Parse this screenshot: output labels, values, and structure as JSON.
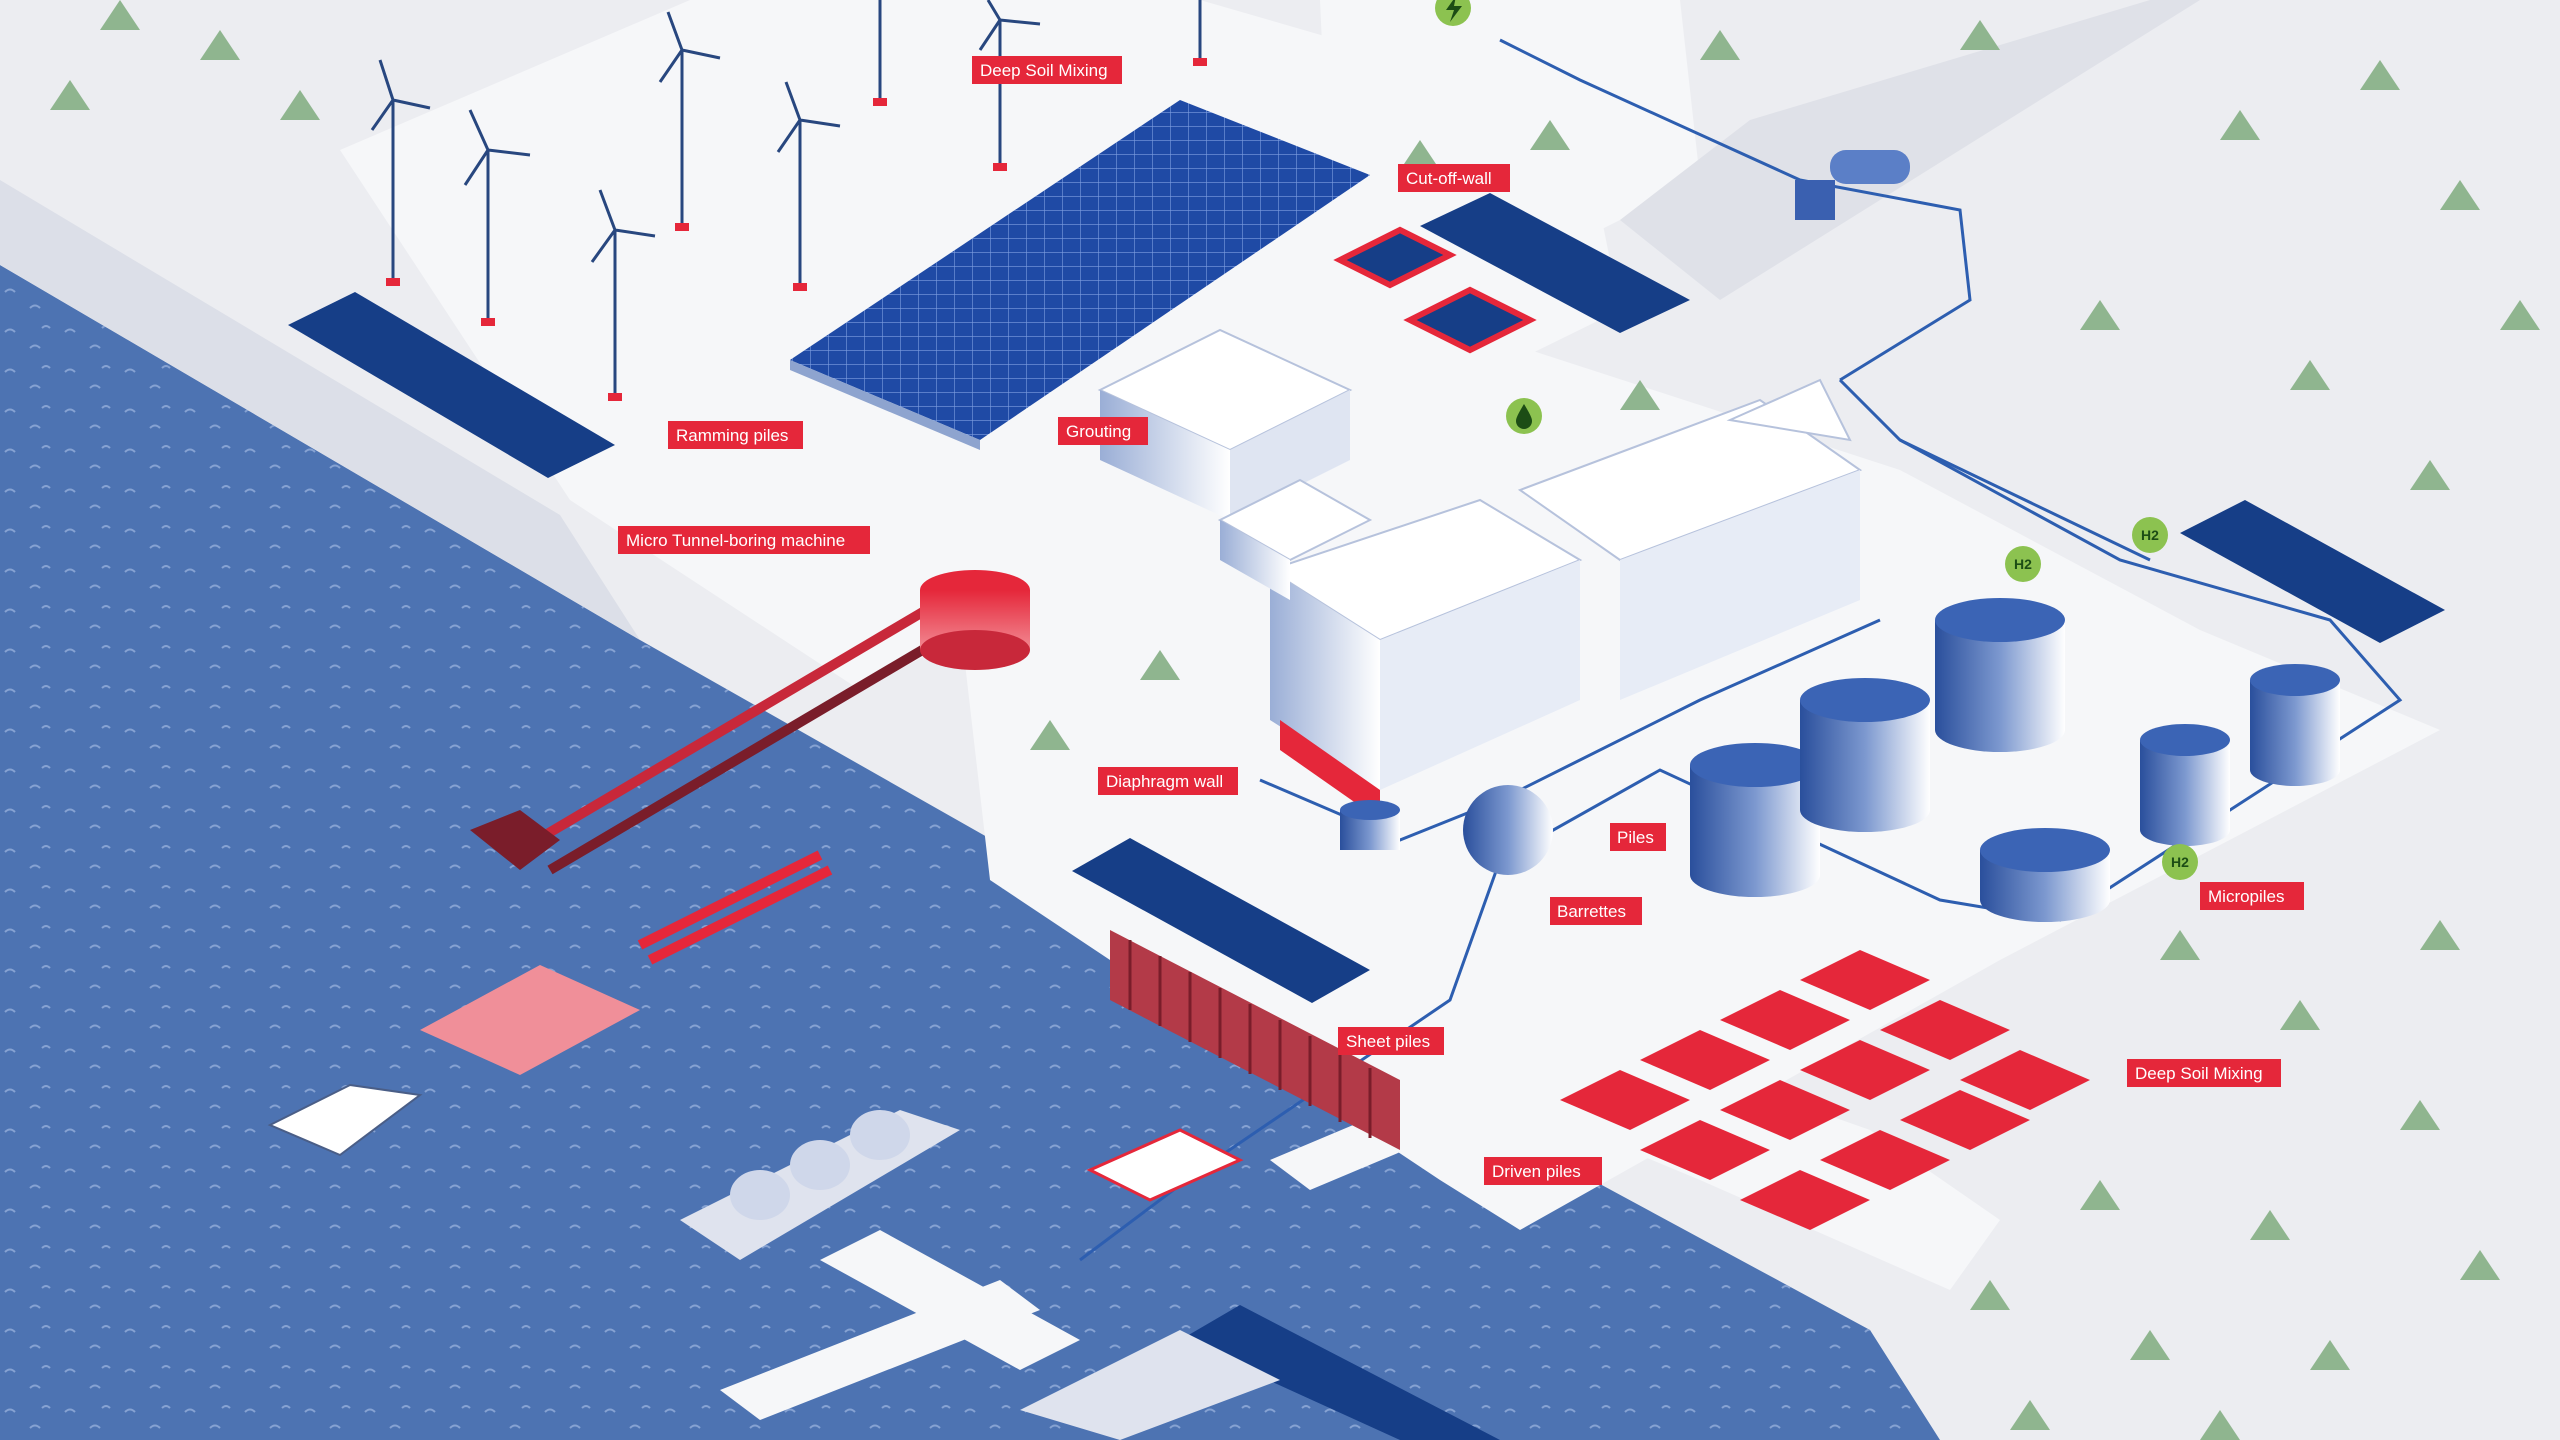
{
  "colors": {
    "water": "#4d73b2",
    "land": "#ecedf1",
    "site": "#f6f7f9",
    "accent_red": "#e5273a",
    "navy": "#163e87",
    "tree": "#8fb58f",
    "h2_badge": "#8cc250"
  },
  "labels": {
    "deep_soil_mixing_top": "Deep Soil Mixing",
    "cut_off_wall": "Cut-off-wall",
    "ramming_piles": "Ramming piles",
    "grouting": "Grouting",
    "micro_tunnel": "Micro Tunnel-boring machine",
    "diaphragm_wall": "Diaphragm wall",
    "piles": "Piles",
    "barrettes": "Barrettes",
    "micropiles": "Micropiles",
    "sheet_piles": "Sheet piles",
    "deep_soil_mixing_right": "Deep Soil Mixing",
    "driven_piles": "Driven piles"
  },
  "badges": {
    "h2_a": "H2",
    "h2_b": "H2",
    "h2_c": "H2",
    "power": "electricity-icon",
    "water": "water-drop-icon"
  }
}
